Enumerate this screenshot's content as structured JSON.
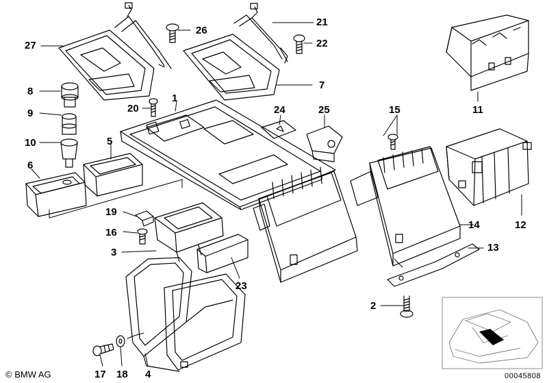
{
  "diagram": {
    "callouts": [
      "1",
      "2",
      "3",
      "4",
      "5",
      "6",
      "7",
      "8",
      "9",
      "10",
      "11",
      "12",
      "13",
      "14",
      "15",
      "16",
      "17",
      "18",
      "19",
      "20",
      "21",
      "22",
      "23",
      "24",
      "25",
      "26",
      "27"
    ],
    "copyright": "© BMW AG",
    "document_number": "00045808"
  }
}
